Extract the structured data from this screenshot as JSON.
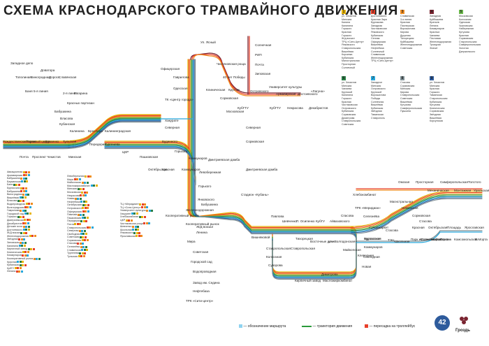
{
  "title": "СХЕМА КРАСНОДАРСКОГО ТРАМВАЙНОГО ДВИЖЕНИЯ",
  "colors": {
    "route1": "#e8b400",
    "route2": "#e8402a",
    "route3": "#f08c1e",
    "route4": "#7a2430",
    "route5": "#6ab84a",
    "route6": "#2a7f46",
    "route7": "#26a7dc",
    "route8": "#7e8f94",
    "route9": "#2e5b9c",
    "dual": "#6f6f6f"
  },
  "stations": {
    "west": [
      "Западное депо",
      "Тополиная",
      "Виноградная",
      "Доватора",
      "Дорога",
      "Славянская",
      "Баня",
      "5-я линия",
      "2-я линия",
      "Гагарина",
      "Красных партизан",
      "Бабушкина",
      "Власова",
      "Кубанская",
      "Калинина",
      "Бреслера",
      "Калининградская",
      "Передерия",
      "Тургенева",
      "Рождественский храм",
      "Торговый центр",
      "Дунаенко",
      "Тульская",
      "Почта",
      "Проспект Чекистов",
      "Минская",
      "ЦКР",
      "Пашковская",
      "Октябрьская",
      "Красная",
      "Коммунаров"
    ],
    "center": [
      "Офицерская",
      "Гаврилова",
      "Одесская",
      "ТК «Центр города»",
      "Хакурате",
      "Северная",
      "Буденного",
      "Горького",
      "Коммунаров",
      "Дмитриевская дамба",
      "Левобережная",
      "Горького",
      "Янковского",
      "Бабушкина",
      "Кооперативный рынок",
      "Железнодорожная",
      "Кооперативный рынок",
      "Ж/Д вокзал",
      "Ленина",
      "Мира",
      "Советская",
      "Городской сад",
      "Водопроводная",
      "Завод им. Седина",
      "Нефтебаза",
      "ТРК «Сити-центр»"
    ],
    "north": [
      "Ул. Ясный",
      "Солнечная",
      "РИП",
      "Почта",
      "Зиповская",
      "Университет культуры",
      "Островского",
      "40 лет Победы",
      "Чистяковская роща",
      "Клиническая",
      "Круглик",
      "Сормовская",
      "«Лагуна»",
      "Армавирская",
      "Достоевского",
      "Московская",
      "КубГТУ",
      "КубГТУ",
      "Некрасова",
      "Декабристов",
      "Северная",
      "Сормовская",
      "Дмитриевская дамба",
      "Стадион «Кубань»"
    ],
    "east": [
      "Вишняковой",
      "Павлова",
      "Шевченко",
      "П. Осипенко",
      "КубГУ",
      "Айвазовского",
      "Спасова",
      "Тихорецкая",
      "Восточные дачи",
      "Ставропольская",
      "Ставропольская",
      "ул.«Волгодонская»",
      "Колхозная",
      "Суворова",
      "Бургасская",
      "Коммунаров",
      "Клеверная",
      "Майкопская",
      "Димитрова",
      "Кирпичный завод",
      "Масложиркомбинат",
      "Новая",
      "Супермаркет",
      "Хлебокомбинат",
      "ТРК «Меридиан»",
      "Селезнёва",
      "Бургасская",
      "Свободная",
      "ТЭЦ",
      "Стасова",
      "Школьная",
      "Парк «Солнечный остров»"
    ],
    "far_east": [
      "Омская",
      "Просторная",
      "Симферопольская",
      "Толстого",
      "Механическая",
      "Монтажная",
      "Уральская",
      "Магистральная",
      "Нежинская",
      "Сормовская",
      "Стасова",
      "Красная",
      "Октябрьская",
      "Площадь",
      "Ярославская",
      "Автомагистралы",
      "Школа",
      "Пливна",
      "Комсомольская",
      "В.Морта"
    ]
  },
  "routes_table": [
    {
      "num": "1",
      "color": "#e8b400",
      "stops": "ул. Чекистов\nМинская\nКалина\nКалинина\nГорького\nКрасная\nГорького\nЖ/д вокзал\nТРЦ «Сити-Центр»\nЯнковского\nСтавропольская\nВишнёвая\nКорзинка\nКубанская\nМагистральная\nПросторная\nСолнечный"
    },
    {
      "num": "2",
      "color": "#e8402a",
      "stops": "Достоевского\nКрасная Заря\nБурлакова\nЗападная\nЧистяковская\nЯнковского\nКубанская\nСенная\nОфицерская\nВишнёвая\nНефтебаза\nСолнечный\nСлавянская\nЖелезнодорожная\nТРЦ «Сити-Центр»"
    },
    {
      "num": "3",
      "color": "#f08c1e",
      "stops": "Славянская\n3-я линия\nКрасная\nПионерская\nВорошилова\nКирова\nДружная\nТихорецкая\nКуйбышева\nЖелезнодорожная\nСоветская"
    },
    {
      "num": "4",
      "color": "#7a2430",
      "stops": "Западная\nКуйбышева\nБратьев\nЛенина\nКоммунаров\nКрасных\nЧапаева\nПочтовая\nЖелезнодорожная\nТроицкая\nЗначит"
    },
    {
      "num": "5",
      "color": "#6ab84a",
      "stops": "Московская\nКолхозная\nОдесская\nЧкаловская\nНабережная\nКутузова\nКрасная\nСормовская\nСтаропольская\nСимферопольская\nЗолотая\nДзержинского"
    },
    {
      "num": "6",
      "color": "#2a7f46",
      "stops": "ул. Чекистов\nМинская\nЧапаева\nКрупской\nКалинина\nГорького\nКрасная\nЧистяковская\nОстровского\nКубанская\nСормовская\nДимитрова\nСтавропольская\nСоветская"
    },
    {
      "num": "7",
      "color": "#26a7dc",
      "stops": "Западное\nМинская\nОстровского\nКрупской\nВорошилова\nПобеды\nСолнечная\nВишнёвая\nКубанская\nЗвёздная\nТаманская\nСтаврополь"
    },
    {
      "num": "8",
      "color": "#7e8f94",
      "stops": "Стасова\nСормовская\nМинская\nКирова\nСтавропольская\nСоветская\nВишнёвая\nКутузова\nСимферопольская\nПушкина"
    },
    {
      "num": "9",
      "color": "#2e5b9c",
      "stops": "ул. Чекистов\nМинская\nКрасная\nГорького\nТаманская\nСтаропольская\nКубанская\nКутузова\nКлиническая\nСормовская\nЗвёздная\nВишнёвая\nКорсунская"
    }
  ],
  "index_left": [
    "Авиационная",
    "Армавирская",
    "Бабушкина",
    "Бауманская",
    "Баня",
    "Бургасская",
    "Бабушкина",
    "Виноградная",
    "Вишнёвая",
    "Власова",
    "Водопроводная",
    "Волгоградская",
    "Гаврилова",
    "Городской сад",
    "Горького",
    "Дмитриевская",
    "Декабристов",
    "Детские ясли",
    "Достоевского",
    "Ж/Д вокзал",
    "Железнодорожная",
    "Звёздная",
    "Зиповская",
    "Калинина",
    "Кирпичный завод",
    "Клиническая",
    "Коммунаров",
    "Кооперативный рынок",
    "Красная",
    "Кубанская",
    "КубГУ",
    "Ленина"
  ],
  "index_mid": [
    "Левобережная",
    "Мира",
    "Майкопская",
    "Масложиркомбинат",
    "Минская",
    "Московская",
    "Некрасова",
    "Новая",
    "Нефтебаза",
    "Октябрьская",
    "Островского",
    "Офицерская",
    "Павлова",
    "Пашковская",
    "Передерия",
    "Почта",
    "Ставропольская",
    "Северная",
    "Свободная",
    "Советская",
    "Сормовская",
    "Стасова",
    "Селезнёва",
    "Славянская",
    "Тургенева",
    "Тульская"
  ],
  "index_right": [
    "ТЦ «Меридиан»",
    "ТЦ «Сити-Центр»",
    "Университет культуры",
    "Хакурате",
    "Хлебокомбинат",
    "ЦКР",
    "Чистяковская роща",
    "Шевченко",
    "Школьная",
    "Янковского",
    "Ярославская"
  ],
  "legend": {
    "terminus": "— обозначение маршрута",
    "track": "— траектория движения",
    "transfer": "— пересадка на троллейбус"
  },
  "brand": {
    "logo_num": "42",
    "logo_caption": "Гроздь"
  }
}
